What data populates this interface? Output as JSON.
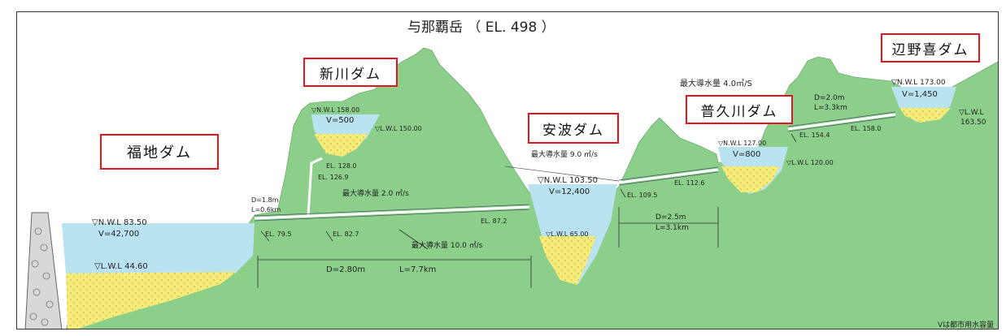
{
  "title": "与那覇岳 （ EL. 498 ）",
  "footnote": "Vは都市用水容量",
  "dams": {
    "fukuji": "福地ダム",
    "arakawa": "新川ダム",
    "aha": "安波ダム",
    "fukugawa": "普久川ダム",
    "benoki": "辺野喜ダム"
  },
  "labels": {
    "fukuji_nwl": "▽N.W.L 83.50",
    "fukuji_v": "V=42,700",
    "fukuji_lwl": "▽L.W.L 44.60",
    "arakawa_nwl": "▽N.W.L 158.00",
    "arakawa_v": "V=500",
    "arakawa_lwl": "▽L.W.L 150.00",
    "el_128": "EL. 128.0",
    "el_126_9": "EL. 126.9",
    "d_1_8": "D=1.8m",
    "l_0_6": "L=0.6km",
    "flow_2_0": "最大導水量 2.0 ㎥/s",
    "el_79_5": "EL. 79.5",
    "el_82_7": "EL. 82.7",
    "el_87_2": "EL. 87.2",
    "flow_10_0": "最大導水量 10.0 ㎥/s",
    "d_2_80": "D=2.80m",
    "l_7_7": "L=7.7km",
    "aha_nwl": "▽N.W.L 103.50",
    "aha_v": "V=12,400",
    "aha_lwl": "▽L.W.L 65.00",
    "flow_9_0": "最大導水量 9.0 ㎥/s",
    "el_109_5": "EL. 109.5",
    "el_112_6": "EL. 112.6",
    "d_2_5": "D=2.5m",
    "l_3_1": "L=3.1km",
    "fukugawa_nwl": "▽N.W.L 127.00",
    "fukugawa_v": "V=800",
    "fukugawa_lwl": "▽L.W.L 120.00",
    "flow_4_0": "最大導水量 4.0㎥/S",
    "d_2_0": "D=2.0m",
    "l_3_3": "L=3.3km",
    "el_154_4": "EL. 154.4",
    "el_158_0": "EL. 158.0",
    "benoki_nwl": "▽N.W.L 173.00",
    "benoki_v": "V=1,450",
    "benoki_lwl_a": "▽L.W.L",
    "benoki_lwl_b": "163.50"
  },
  "colors": {
    "mountain": "#8ccf8a",
    "water": "#b9e3f0",
    "sediment": "#f6ec7a",
    "highlight": "#e8141b"
  }
}
